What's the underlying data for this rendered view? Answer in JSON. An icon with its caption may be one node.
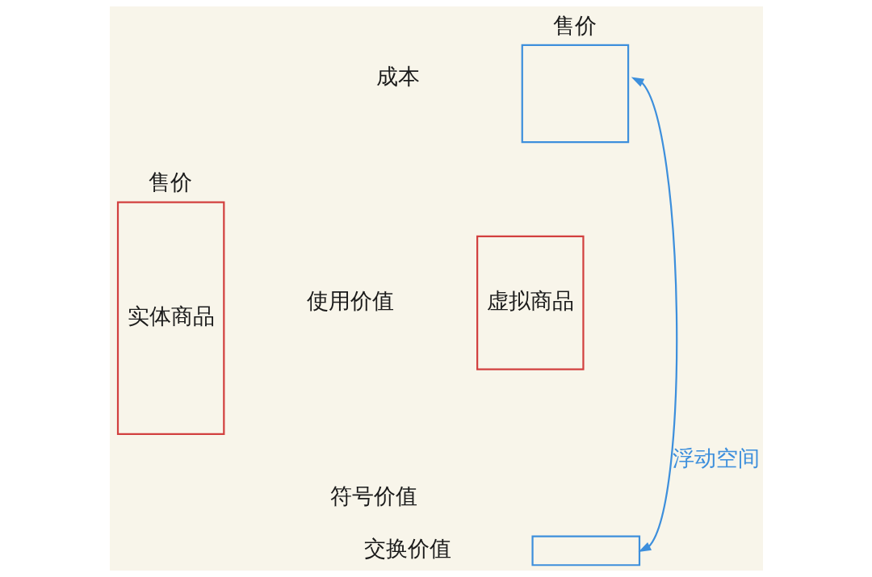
{
  "diagram": {
    "nodes": [
      {
        "text": [
          "售价",
          "实体商品"
        ]
      },
      {
        "text": [
          "售价"
        ]
      },
      {
        "text": [
          "虚拟商品"
        ]
      },
      {
        "text": [],
        "shape": "box"
      }
    ],
    "edges": [
      {
        "from": 1,
        "to": 3,
        "arrow": "both",
        "label": "浮动空间",
        "color": "#3d8fdc"
      }
    ],
    "labels": [
      "成本",
      "使用价值",
      "符号价值",
      "交换价值"
    ]
  }
}
